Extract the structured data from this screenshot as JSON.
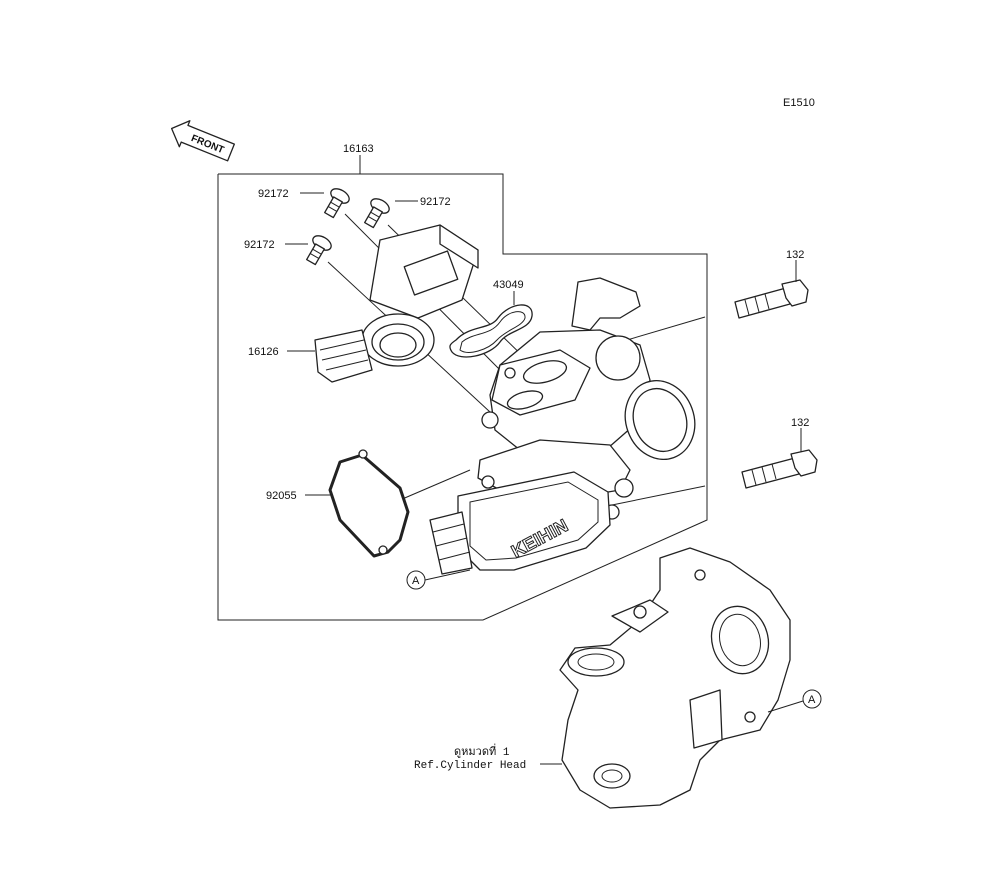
{
  "diagram_id": "E1510",
  "front_label": "FRONT",
  "assembly_part": "16163",
  "parts": {
    "screw_a": "92172",
    "screw_b": "92172",
    "screw_c": "92172",
    "sensor": "16126",
    "oring": "43049",
    "bolt_upper": "132",
    "bolt_lower": "132",
    "gasket": "92055",
    "brand": "KEIHIN"
  },
  "ref_marker_left": "A",
  "ref_marker_right": "A",
  "reference": {
    "thai": "ดูหมวดที่ 1",
    "english": "Ref.Cylinder Head"
  }
}
